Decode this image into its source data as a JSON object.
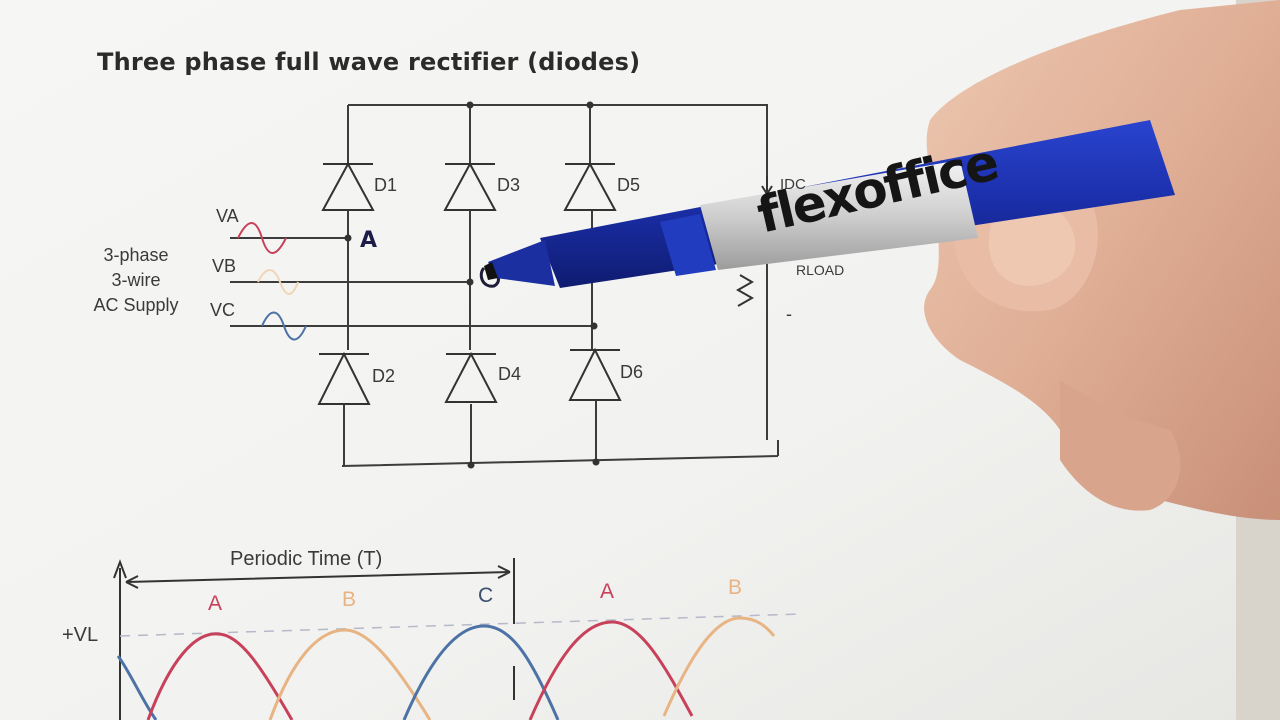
{
  "title": "Three phase full wave rectifier (diodes)",
  "circuit": {
    "diodes": [
      "D1",
      "D3",
      "D5",
      "D2",
      "D4",
      "D6"
    ],
    "supply_lines": [
      "3-phase",
      "3-wire",
      "AC Supply"
    ],
    "phase_labels": [
      "VA",
      "VB",
      "VC"
    ],
    "current_label": "IDC",
    "load_label": "RLOAD",
    "minus_sign": "-",
    "handwritten_label": "A"
  },
  "waveform": {
    "period_label": "Periodic Time (T)",
    "peak_label": "+VL",
    "phase_markers": [
      "A",
      "B",
      "C",
      "A",
      "B"
    ]
  },
  "pen": {
    "brand": "flexoffice"
  },
  "colors": {
    "paper": "#f7f7f5",
    "line": "#3c3c3c",
    "phase_a": "#c8415a",
    "phase_b": "#e8b483",
    "phase_c": "#4c72a6",
    "pen_body": "#1a2ea8",
    "skin": "#e0b49a"
  }
}
